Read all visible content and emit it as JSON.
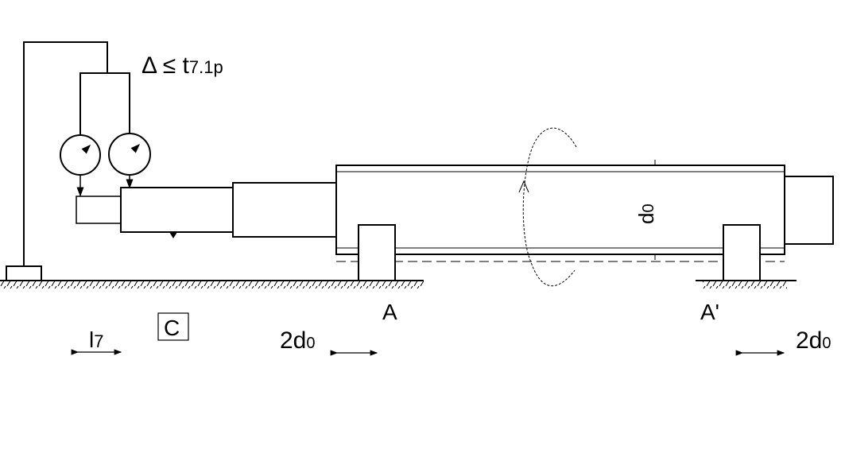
{
  "labels": {
    "tolerance_main": "Δ ≤ t",
    "tolerance_sub": "7.1p",
    "diameter_main": "d",
    "diameter_sub": "0",
    "support_a": "A",
    "support_a_prime": "A'",
    "datum_c": "C",
    "length_main": "l",
    "length_sub": "7",
    "left_span_main": "2d",
    "left_span_sub": "0",
    "right_span_main": "2d",
    "right_span_sub": "0"
  },
  "colors": {
    "line": "#000000",
    "background": "#ffffff"
  }
}
